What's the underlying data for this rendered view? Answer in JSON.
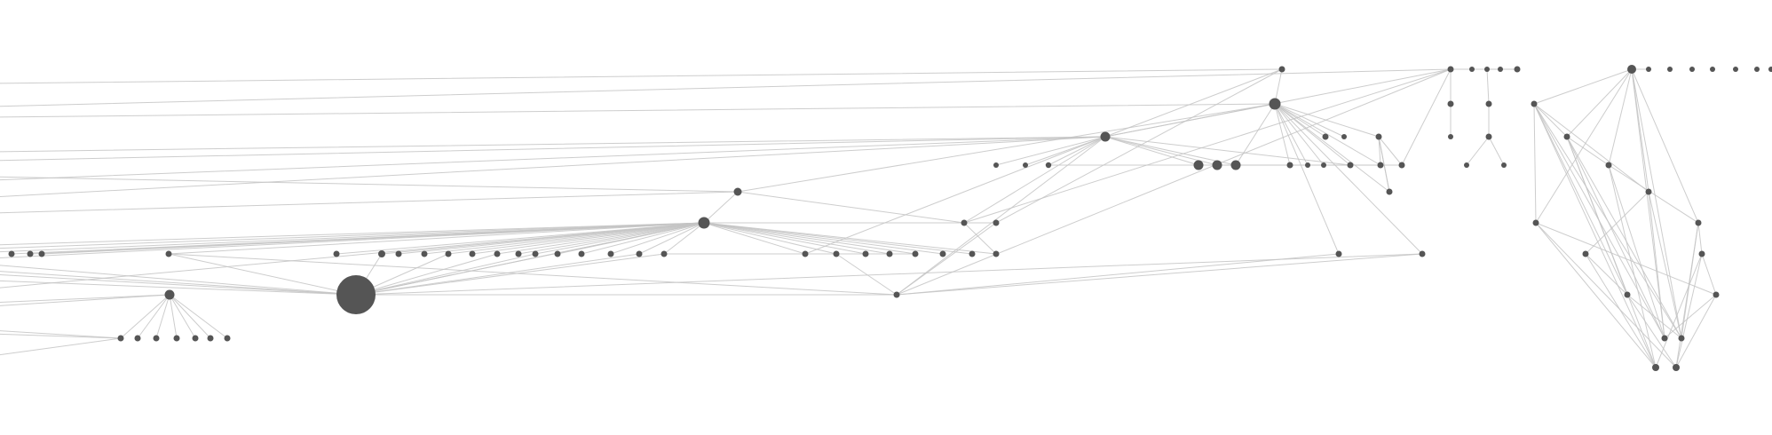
{
  "diagram": {
    "type": "network-graph",
    "colors": {
      "background": "#ffffff",
      "node": "#555555",
      "edge": "#c4c4c4"
    },
    "node_count": 106,
    "edge_count": 212
  }
}
